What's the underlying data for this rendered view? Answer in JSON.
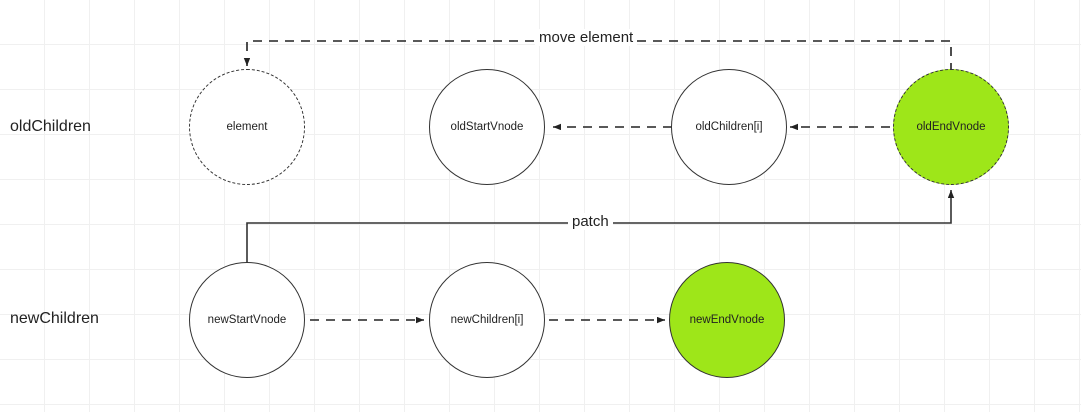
{
  "diagram": {
    "rows": [
      {
        "label": "oldChildren"
      },
      {
        "label": "newChildren"
      }
    ],
    "nodes": {
      "element": "element",
      "oldStartVnode": "oldStartVnode",
      "oldChildrenI": "oldChildren[i]",
      "oldEndVnode": "oldEndVnode",
      "newStartVnode": "newStartVnode",
      "newChildrenI": "newChildren[i]",
      "newEndVnode": "newEndVnode"
    },
    "edge_labels": {
      "move_element": "move element",
      "patch": "patch"
    },
    "colors": {
      "highlight": "#9ee619",
      "stroke": "#333333",
      "grid": "#f0f0f0",
      "text": "#222222"
    }
  }
}
